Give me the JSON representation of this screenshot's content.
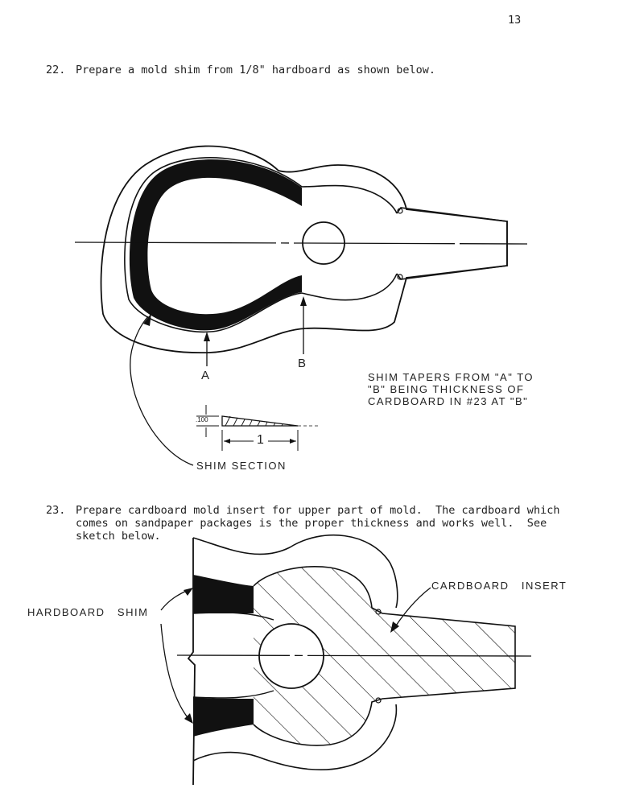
{
  "page": {
    "page_number": "13"
  },
  "step22": {
    "number": "22.",
    "text": "Prepare a mold shim from 1/8\" hardboard as shown below."
  },
  "figure1": {
    "label_a": "A",
    "label_b": "B",
    "note_line1": "SHIM TAPERS FROM \"A\" TO",
    "note_line2": "\"B\" BEING THICKNESS OF",
    "note_line3": "CARDBOARD IN #23 AT \"B\"",
    "thickness_dim": ".100",
    "length_dim": "1",
    "section_label": "SHIM SECTION"
  },
  "step23": {
    "number": "23.",
    "line1": "Prepare cardboard mold insert for upper part of mold.  The cardboard which",
    "line2": "comes on sandpaper packages is the proper thickness and works well.  See",
    "line3": "sketch below."
  },
  "figure2": {
    "insert_label": "CARDBOARD   INSERT",
    "shim_label": "HARDBOARD   SHIM"
  }
}
